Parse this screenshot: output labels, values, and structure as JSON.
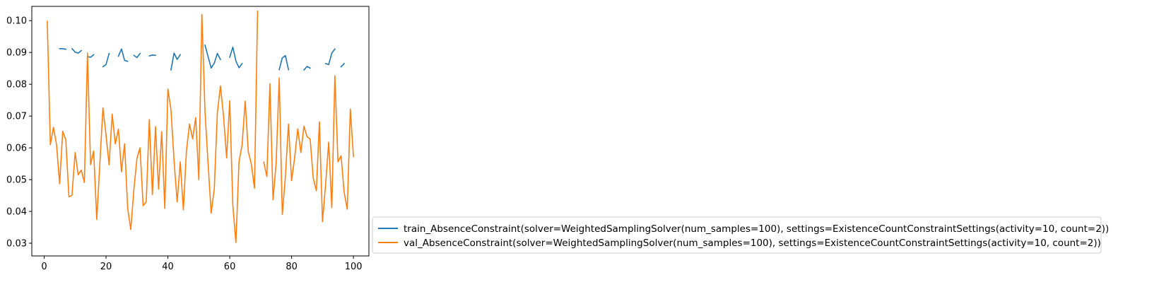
{
  "chart_data": {
    "type": "line",
    "xlim": [
      -4,
      105
    ],
    "ylim": [
      0.026,
      0.1045
    ],
    "xticks": [
      0,
      20,
      40,
      60,
      80,
      100
    ],
    "yticks": [
      0.03,
      0.04,
      0.05,
      0.06,
      0.07,
      0.08,
      0.09,
      0.1
    ],
    "ytick_labels": [
      "0.03",
      "0.04",
      "0.05",
      "0.06",
      "0.07",
      "0.08",
      "0.09",
      "0.10"
    ],
    "grid": false,
    "legend_position": "lower-right (outside plot)",
    "series": [
      {
        "name": "train_AbsenceConstraint(solver=WeightedSamplingSolver(num_samples=100), settings=ExistenceCountConstraintSettings(activity=10, count=2))",
        "color": "#1f77b4",
        "x": [
          1,
          2,
          3,
          4,
          5,
          6,
          7,
          8,
          9,
          10,
          11,
          12,
          13,
          14,
          15,
          16,
          17,
          18,
          19,
          20,
          21,
          22,
          23,
          24,
          25,
          26,
          27,
          28,
          29,
          30,
          31,
          32,
          33,
          34,
          35,
          36,
          37,
          38,
          39,
          40,
          41,
          42,
          43,
          44,
          45,
          46,
          47,
          48,
          49,
          50,
          51,
          52,
          53,
          54,
          55,
          56,
          57,
          58,
          59,
          60,
          61,
          62,
          63,
          64,
          65,
          66,
          67,
          68,
          69,
          70,
          71,
          72,
          73,
          74,
          75,
          76,
          77,
          78,
          79,
          80,
          81,
          82,
          83,
          84,
          85,
          86,
          87,
          88,
          89,
          90,
          91,
          92,
          93,
          94,
          95,
          96,
          97,
          98,
          99,
          100
        ],
        "y": [
          null,
          null,
          null,
          null,
          0.0912,
          0.0912,
          0.091,
          null,
          0.0912,
          0.0901,
          0.0898,
          0.0906,
          null,
          0.0887,
          0.0885,
          0.0893,
          null,
          null,
          0.0855,
          0.0862,
          0.0897,
          null,
          null,
          0.0888,
          0.0911,
          0.0875,
          0.0872,
          null,
          0.0891,
          0.0884,
          0.0897,
          null,
          null,
          0.0889,
          0.0892,
          0.0891,
          null,
          null,
          null,
          null,
          0.0845,
          0.0898,
          0.0878,
          0.0893,
          null,
          null,
          null,
          null,
          null,
          null,
          null,
          0.0923,
          0.0887,
          0.0851,
          0.0866,
          0.0897,
          0.0878,
          null,
          null,
          0.0885,
          0.0917,
          0.0873,
          0.0852,
          0.0865,
          null,
          null,
          null,
          null,
          null,
          null,
          null,
          null,
          null,
          null,
          null,
          0.0846,
          0.0883,
          0.089,
          0.0846,
          null,
          null,
          null,
          null,
          0.0845,
          0.0856,
          0.0851,
          null,
          null,
          null,
          null,
          0.0865,
          0.0862,
          0.0898,
          0.0911,
          null,
          0.0855,
          0.0865,
          null,
          null,
          null
        ]
      },
      {
        "name": "val_AbsenceConstraint(solver=WeightedSamplingSolver(num_samples=100), settings=ExistenceCountConstraintSettings(activity=10, count=2))",
        "color": "#ff7f0e",
        "x": [
          1,
          2,
          3,
          4,
          5,
          6,
          7,
          8,
          9,
          10,
          11,
          12,
          13,
          14,
          15,
          16,
          17,
          18,
          19,
          20,
          21,
          22,
          23,
          24,
          25,
          26,
          27,
          28,
          29,
          30,
          31,
          32,
          33,
          34,
          35,
          36,
          37,
          38,
          39,
          40,
          41,
          42,
          43,
          44,
          45,
          46,
          47,
          48,
          49,
          50,
          51,
          52,
          53,
          54,
          55,
          56,
          57,
          58,
          59,
          60,
          61,
          62,
          63,
          64,
          65,
          66,
          67,
          68,
          69,
          70,
          71,
          72,
          73,
          74,
          75,
          76,
          77,
          78,
          79,
          80,
          81,
          82,
          83,
          84,
          85,
          86,
          87,
          88,
          89,
          90,
          91,
          92,
          93,
          94,
          95,
          96,
          97,
          98,
          99,
          100
        ],
        "y": [
          0.0998,
          0.061,
          0.0665,
          0.061,
          0.0487,
          0.0652,
          0.0625,
          0.0446,
          0.0451,
          0.0585,
          0.0515,
          0.053,
          0.0491,
          0.0898,
          0.0547,
          0.059,
          0.0375,
          0.055,
          0.0726,
          0.064,
          0.0547,
          0.0706,
          0.0612,
          0.0659,
          0.0525,
          0.0613,
          0.041,
          0.0343,
          0.0468,
          0.0567,
          0.06,
          0.0418,
          0.043,
          0.0689,
          0.0453,
          0.0667,
          0.047,
          0.0651,
          0.041,
          0.0785,
          0.072,
          0.056,
          0.043,
          0.0556,
          0.0405,
          0.059,
          0.0675,
          0.0628,
          0.0695,
          0.05,
          0.102,
          0.0715,
          0.055,
          0.0395,
          0.047,
          0.071,
          0.0795,
          0.07,
          0.0568,
          0.0748,
          0.042,
          0.0302,
          0.0556,
          0.061,
          0.0747,
          0.0588,
          0.0548,
          0.0473,
          0.103,
          null,
          0.0555,
          0.051,
          0.0802,
          0.0437,
          0.055,
          0.082,
          0.039,
          0.051,
          0.0675,
          0.0497,
          0.057,
          0.066,
          0.0585,
          0.0668,
          0.0635,
          0.0628,
          0.0505,
          0.0465,
          0.0682,
          0.0368,
          0.0485,
          0.0618,
          0.0412,
          0.0827,
          0.0556,
          0.0575,
          0.046,
          0.0407,
          0.0722,
          0.0572
        ]
      }
    ]
  }
}
